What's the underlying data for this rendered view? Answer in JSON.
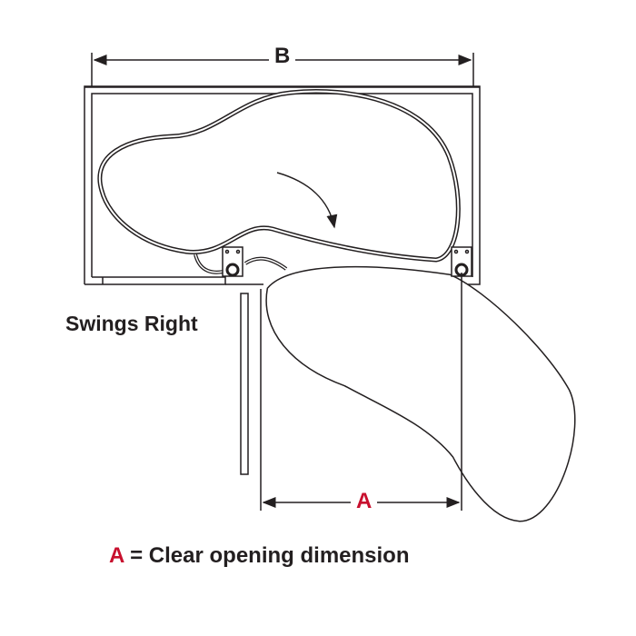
{
  "diagram": {
    "dimension_b_label": "B",
    "dimension_a_label": "A",
    "swing_label": "Swings Right",
    "legend": {
      "key": "A",
      "text": " = Clear opening dimension"
    },
    "colors": {
      "line": "#231f20",
      "accent": "#c8102e"
    }
  }
}
